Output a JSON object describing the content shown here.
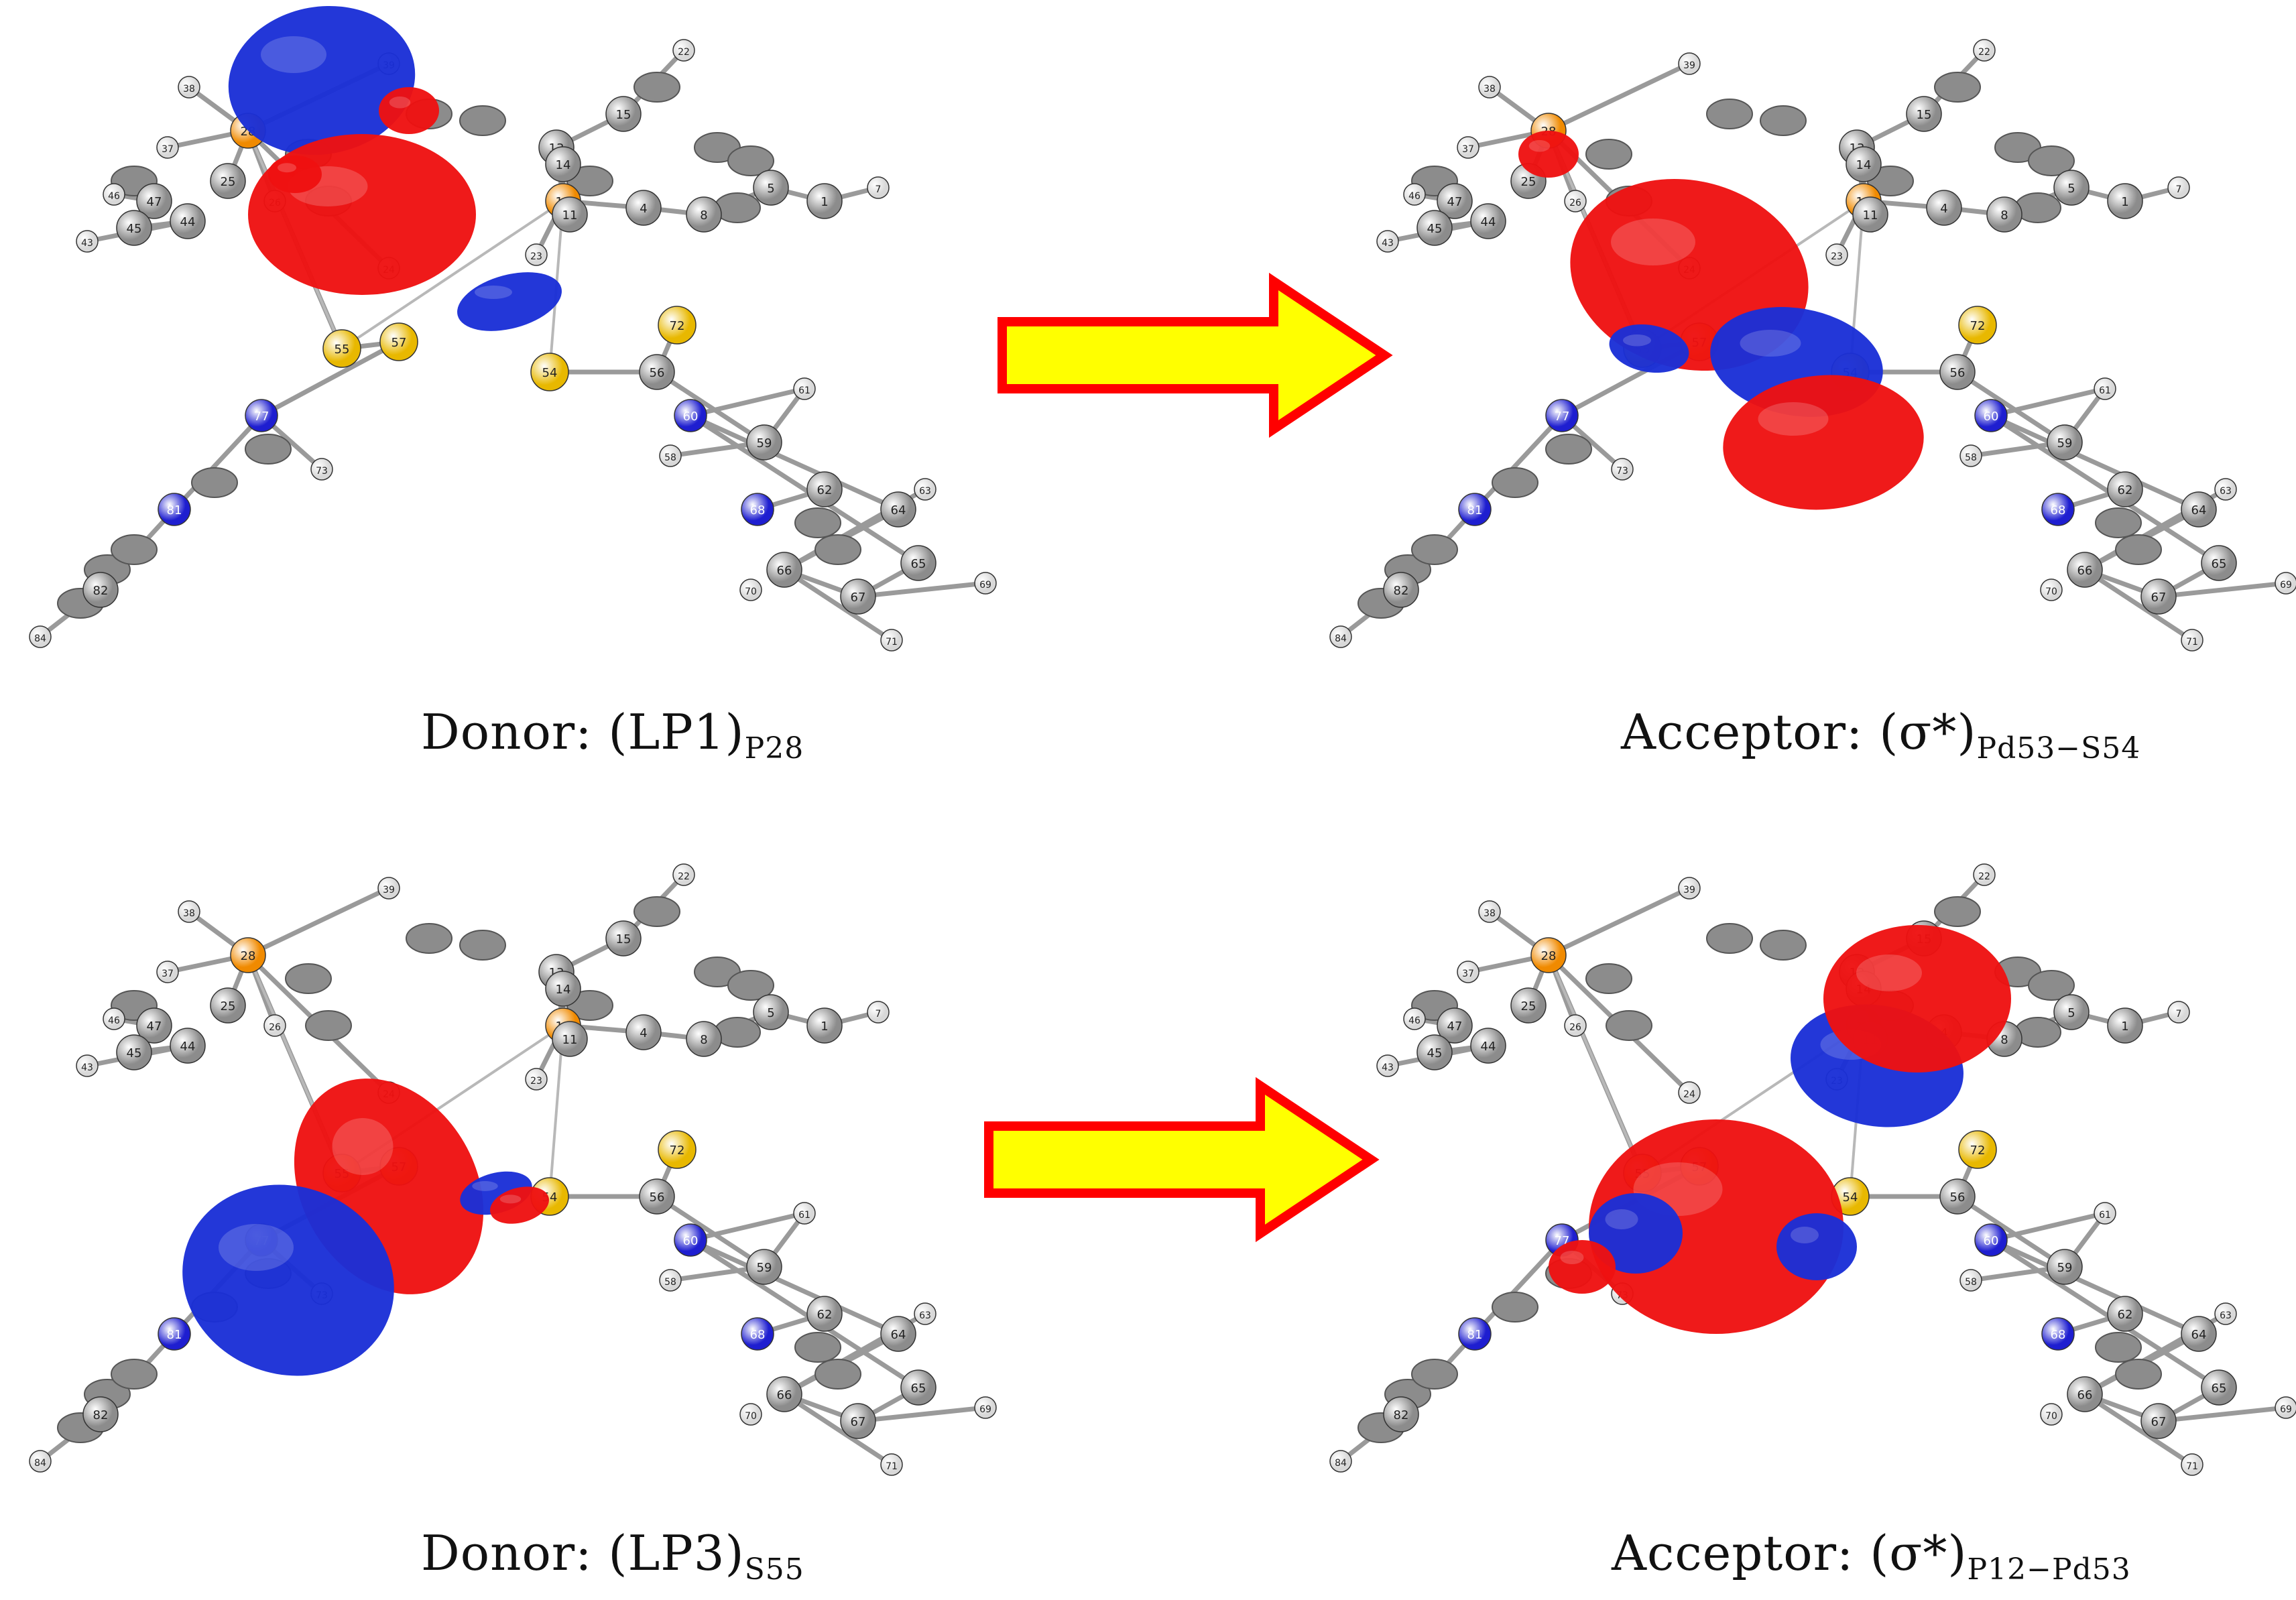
{
  "panels": [
    {
      "id": "top-left",
      "caption_prefix": "Donor: (LP1)",
      "caption_sub": "P28",
      "atom_labels": [
        "39",
        "38",
        "28",
        "37",
        "22",
        "15",
        "13",
        "14",
        "12",
        "4",
        "8",
        "5",
        "1",
        "7",
        "46",
        "47",
        "45",
        "44",
        "43",
        "26",
        "25",
        "24",
        "23",
        "11",
        "55",
        "57",
        "54",
        "56",
        "72",
        "77",
        "59",
        "58",
        "61",
        "60",
        "62",
        "64",
        "63",
        "65",
        "66",
        "67",
        "68",
        "69",
        "70",
        "71",
        "73",
        "81",
        "82",
        "84"
      ]
    },
    {
      "id": "top-right",
      "caption_prefix": "Acceptor: (σ*)",
      "caption_sub": "Pd53−S54",
      "atom_labels": [
        "39",
        "38",
        "28",
        "37",
        "22",
        "15",
        "13",
        "14",
        "12",
        "4",
        "8",
        "5",
        "1",
        "7",
        "46",
        "47",
        "45",
        "44",
        "43",
        "26",
        "25",
        "24",
        "23",
        "11",
        "55",
        "57",
        "54",
        "56",
        "72",
        "77",
        "59",
        "58",
        "61",
        "60",
        "62",
        "64",
        "63",
        "65",
        "66",
        "67",
        "68",
        "69",
        "70",
        "71",
        "73",
        "81",
        "82",
        "84"
      ]
    },
    {
      "id": "bottom-left",
      "caption_prefix": "Donor: (LP3)",
      "caption_sub": "S55",
      "atom_labels": [
        "39",
        "38",
        "28",
        "37",
        "22",
        "15",
        "13",
        "14",
        "12",
        "4",
        "8",
        "5",
        "1",
        "7",
        "46",
        "47",
        "45",
        "44",
        "43",
        "26",
        "25",
        "24",
        "23",
        "11",
        "55",
        "57",
        "54",
        "56",
        "72",
        "77",
        "59",
        "58",
        "61",
        "60",
        "62",
        "64",
        "63",
        "65",
        "66",
        "67",
        "68",
        "69",
        "70",
        "71",
        "73",
        "81",
        "82",
        "84"
      ]
    },
    {
      "id": "bottom-right",
      "caption_prefix": "Acceptor: (σ*)",
      "caption_sub": "P12−Pd53",
      "atom_labels": [
        "39",
        "38",
        "28",
        "37",
        "22",
        "15",
        "13",
        "14",
        "12",
        "4",
        "8",
        "5",
        "1",
        "7",
        "46",
        "47",
        "45",
        "44",
        "43",
        "26",
        "25",
        "24",
        "23",
        "11",
        "55",
        "57",
        "54",
        "56",
        "72",
        "77",
        "59",
        "58",
        "61",
        "60",
        "62",
        "64",
        "63",
        "65",
        "66",
        "67",
        "68",
        "69",
        "70",
        "71",
        "73",
        "81",
        "82",
        "84"
      ]
    }
  ],
  "colors": {
    "arrow_fill": "#ffff00",
    "arrow_stroke": "#ff0000",
    "lobe_red": "#ee1111",
    "lobe_blue": "#1a2fd6",
    "carbon": "#8c8c8c",
    "hydrogen": "#d8d8d8",
    "nitrogen": "#1e1ed0",
    "phosphorus": "#f08a00",
    "sulfur": "#e8b800"
  },
  "icons": [
    "right-arrow-icon",
    "right-arrow-icon"
  ]
}
